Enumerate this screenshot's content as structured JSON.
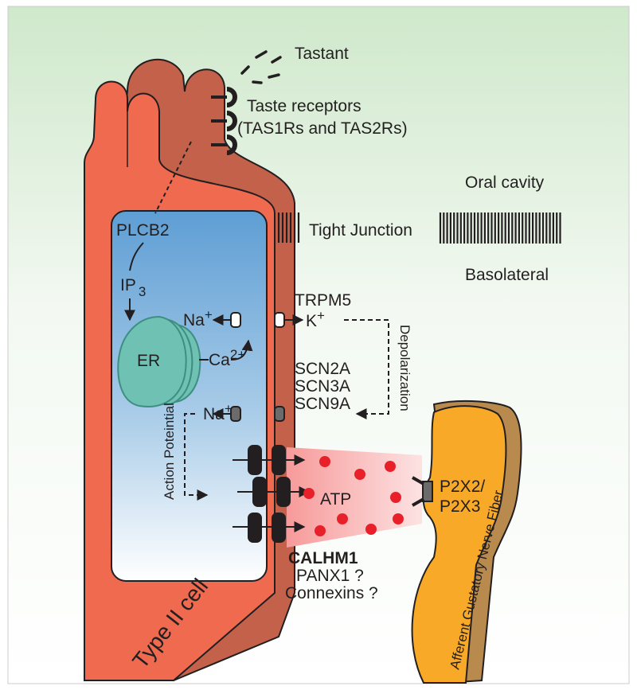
{
  "colors": {
    "bg_top": "#cfe8cb",
    "bg_bottom": "#ffffff",
    "cell_fill": "#ef6a4f",
    "cell_side": "#c4614a",
    "cytoplasm_top": "#5e9ed4",
    "cytoplasm_bottom": "#ffffff",
    "er": "#6fc2b3",
    "nerve_front": "#f8a928",
    "nerve_side": "#b98a4e",
    "atp_dot": "#e8202a",
    "stroke": "#231f20"
  },
  "labels": {
    "tastant": "Tastant",
    "taste_receptors_1": "Taste receptors",
    "taste_receptors_2": "(TAS1Rs and TAS2Rs)",
    "oral_cavity": "Oral cavity",
    "tight_junction": "Tight Junction",
    "basolateral": "Basolateral",
    "plcb2": "PLCB2",
    "ip3": "IP",
    "ip3_sub": "3",
    "er": "ER",
    "ca": "Ca",
    "ca_sup": "2+",
    "na_top": "Na",
    "na_top_sup": "+",
    "k": "K",
    "k_sup": "+",
    "trpm5": "TRPM5",
    "scn2a": "SCN2A",
    "scn3a": "SCN3A",
    "scn9a": "SCN9A",
    "na_bottom": "Na",
    "na_bottom_sup": "+",
    "depolarization": "Depolarization",
    "action_potential": "Action Poteintial",
    "atp": "ATP",
    "p2x2": "P2X2/",
    "p2x3": "P2X3",
    "calhm1": "CALHM1",
    "panx1": "PANX1 ?",
    "connexins": "Connexins ?",
    "type2_cell": "Type II cell",
    "nerve_fiber": "Afferent Gustatory Nerve Fiber"
  }
}
